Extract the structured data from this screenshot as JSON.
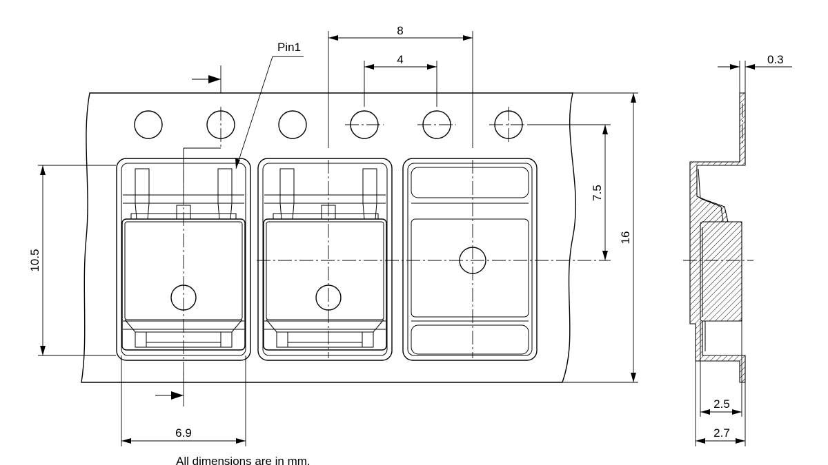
{
  "diagram": {
    "labels": {
      "pin1": "Pin1",
      "pitch": "8",
      "hole_pitch": "4",
      "thickness": "0.3",
      "hole_to_center": "7.5",
      "tape_width": "16",
      "pocket_length": "10.5",
      "pocket_width": "6.9",
      "pocket_depth_inner": "2.5",
      "pocket_depth_outer": "2.7",
      "note": "All dimensions are in mm."
    }
  }
}
